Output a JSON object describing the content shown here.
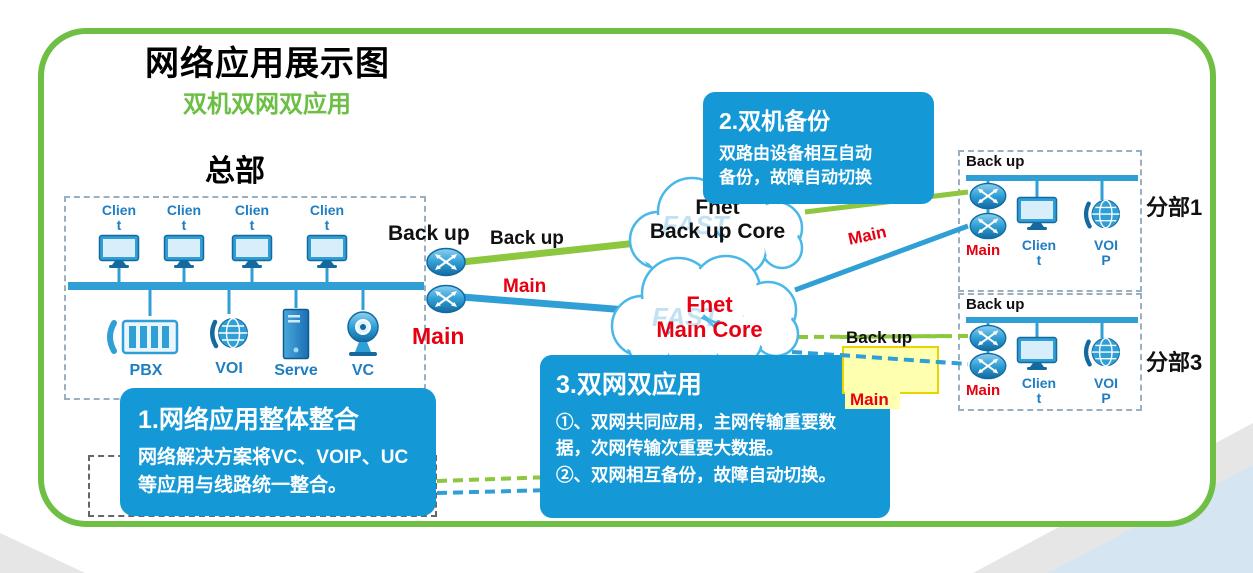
{
  "title": "网络应用展示图",
  "subtitle": "双机双网双应用",
  "colors": {
    "frame_green": "#6fbf44",
    "callout_blue": "#1599d6",
    "line_blue": "#2f9fd6",
    "line_green": "#8dc63f",
    "label_blue": "#1f7ec2",
    "red": "#e60012",
    "cloud_stroke": "#49b8e8"
  },
  "headquarters": {
    "label": "总部",
    "clients": [
      {
        "label": "Client"
      },
      {
        "label": "Client"
      },
      {
        "label": "Client"
      },
      {
        "label": "Client"
      }
    ],
    "devices": [
      {
        "label": "PBX"
      },
      {
        "label": "VOI"
      },
      {
        "label": "Serve"
      },
      {
        "label": "VC"
      }
    ],
    "backup_router_label": "Back up",
    "main_router_label": "Main"
  },
  "links": {
    "hq_backup": "Back up",
    "hq_main": "Main",
    "branch1_main": "Main",
    "branch3_backup": "Back up",
    "branch3_main": "Main"
  },
  "clouds": {
    "backup": {
      "name": "Fnet",
      "role": "Back up Core",
      "watermark": "FAST"
    },
    "main": {
      "name": "Fnet",
      "role": "Main Core",
      "watermark": "FAST"
    }
  },
  "branches": [
    {
      "name": "分部1",
      "backup_label": "Back up",
      "main_label": "Main",
      "client_label": "Client",
      "voip_label": "VOIP"
    },
    {
      "name": "分部3",
      "backup_label": "Back up",
      "main_label": "Main",
      "client_label": "Client",
      "voip_label": "VOIP"
    }
  ],
  "callouts": [
    {
      "title": "1.网络应用整体整合",
      "body": "网络解决方案将VC、VOIP、UC等应用与线路统一整合。"
    },
    {
      "title": "2.双机备份",
      "body": "双路由设备相互自动备份，故障自动切换"
    },
    {
      "title": "3.双网双应用",
      "body": "①、双网共同应用，主网传输重要数据，次网传输次重要大数据。",
      "body2": "②、双网相互备份，故障自动切换。"
    }
  ]
}
